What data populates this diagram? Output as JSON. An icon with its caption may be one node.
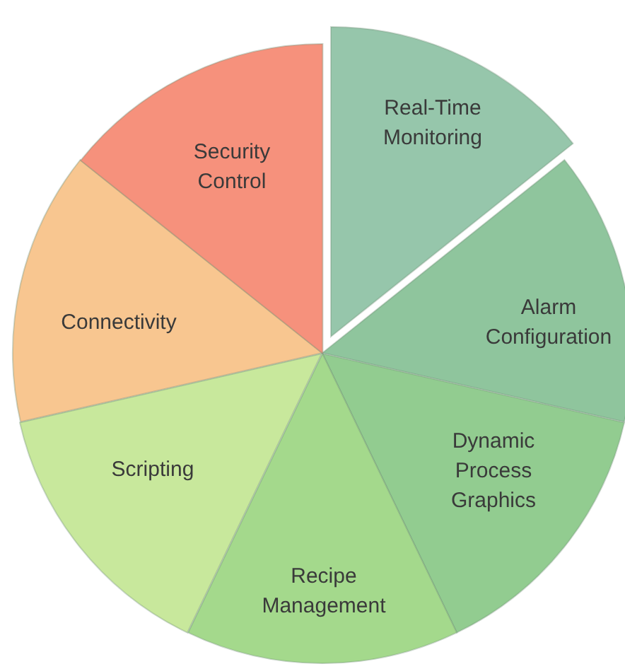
{
  "diagram": {
    "nodes": [
      {
        "text": [
          "Real-Time Monitoring"
        ]
      },
      {
        "text": [
          "Alarm Configuration"
        ]
      },
      {
        "text": [
          "Dynamic Process Graphics"
        ]
      },
      {
        "text": [
          "Recipe Management"
        ]
      },
      {
        "text": [
          "Scripting"
        ]
      },
      {
        "text": [
          "Connectivity"
        ]
      },
      {
        "text": [
          "Security Control"
        ]
      }
    ]
  }
}
